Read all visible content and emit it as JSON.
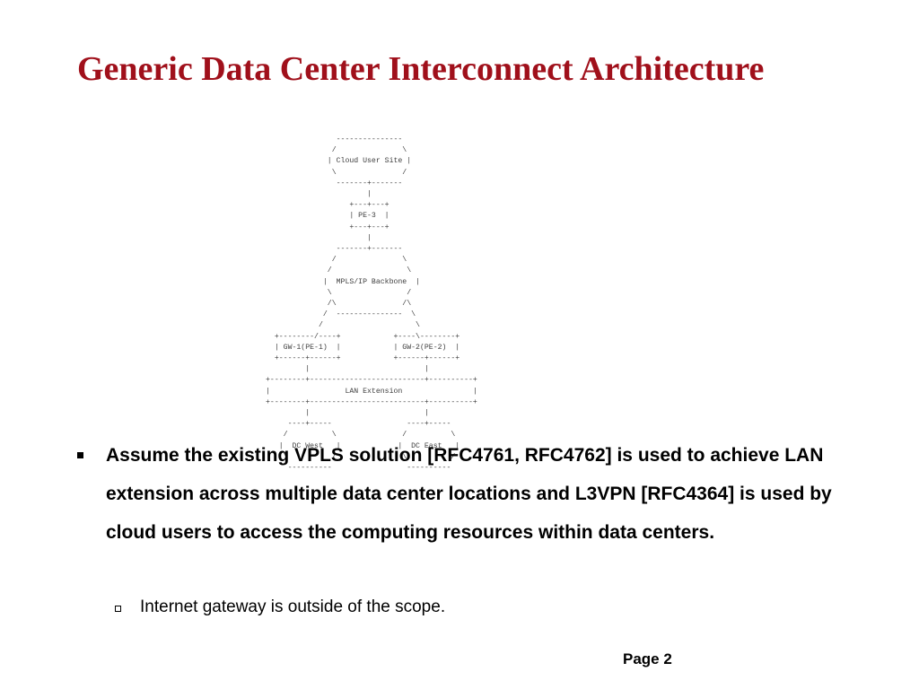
{
  "slide": {
    "title": "Generic Data Center Interconnect Architecture",
    "diagram_ascii": "                ---------------\n               /               \\\n              | Cloud User Site |\n               \\               /\n                -------+-------\n                       |\n                   +---+---+\n                   | PE-3  |\n                   +---+---+\n                       |\n                -------+-------\n               /               \\\n              /                 \\\n             |  MPLS/IP Backbone  |\n              \\                 /\n              /\\               /\\\n             /  ---------------  \\\n            /                     \\\n  +--------/----+            +----\\--------+\n  | GW-1(PE-1)  |            | GW-2(PE-2)  |\n  +------+------+            +------+------+\n         |                          |\n+--------+--------------------------+----------+\n|                 LAN Extension                |\n+--------+--------------------------+----------+\n         |                          |\n     ----+-----                 ----+-----\n    /          \\               /          \\\n   |  DC West   |             |  DC East   |\n    \\          /               \\          /\n     ----------                 ----------",
    "bullet": {
      "text": "Assume the existing VPLS solution [RFC4761, RFC4762] is used to achieve LAN extension across multiple data center locations and L3VPN [RFC4364] is used by cloud users to access the computing resources within data centers."
    },
    "sub_bullet": {
      "text": "Internet gateway is outside of the scope."
    },
    "page_label": "Page 2"
  }
}
